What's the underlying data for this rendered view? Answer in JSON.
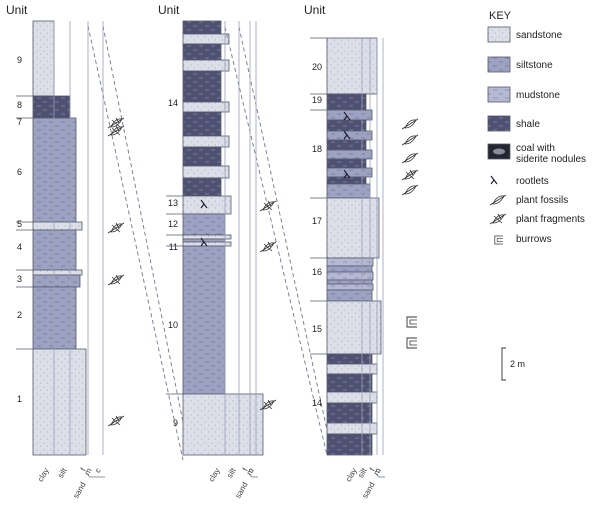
{
  "column_title": "Unit",
  "grain_labels": {
    "clay": "clay",
    "silt": "silt",
    "fine": "f",
    "medium": "m",
    "coarse": "c",
    "sand": "sand"
  },
  "scale_label": "2 m",
  "colors": {
    "sandstone": "#dcdfe8",
    "siltstone": "#9ea2c2",
    "mudstone": "#b6b9d3",
    "shale": "#4f5172",
    "coal": "#26262e",
    "line": "#555a6e",
    "correlation": "#6f7790"
  },
  "key": {
    "title": "KEY",
    "items": [
      {
        "id": "sandstone",
        "label": "sandstone",
        "symbol": "sandstone"
      },
      {
        "id": "siltstone",
        "label": "siltstone",
        "symbol": "siltstone"
      },
      {
        "id": "mudstone",
        "label": "mudstone",
        "symbol": "mudstone"
      },
      {
        "id": "shale",
        "label": "shale",
        "symbol": "shale"
      },
      {
        "id": "coal",
        "label": "coal with",
        "label2": "siderite nodules",
        "symbol": "coal"
      },
      {
        "id": "rootlets",
        "label": "rootlets",
        "symbol": "rootlets-icon"
      },
      {
        "id": "plant-fossils",
        "label": "plant fossils",
        "symbol": "plant-fossil-icon"
      },
      {
        "id": "plant-fragments",
        "label": "plant fragments",
        "symbol": "plant-fragment-icon"
      },
      {
        "id": "burrows",
        "label": "burrows",
        "symbol": "burrow-icon"
      }
    ]
  },
  "columns": [
    {
      "id": "column-1",
      "units": [
        "1",
        "2",
        "3",
        "4",
        "5",
        "6",
        "7",
        "8",
        "9"
      ],
      "symbols": [
        {
          "type": "plant-fragment-icon",
          "unit": "1"
        },
        {
          "type": "plant-fragment-icon",
          "unit": "3"
        },
        {
          "type": "plant-fragment-icon",
          "unit": "5"
        },
        {
          "type": "plant-fragment-icon",
          "unit": "7"
        },
        {
          "type": "plant-fragment-icon",
          "unit": "8"
        }
      ]
    },
    {
      "id": "column-2",
      "units": [
        "9",
        "10",
        "11",
        "12",
        "13",
        "14"
      ],
      "symbols": [
        {
          "type": "plant-fragment-icon",
          "unit": "9"
        },
        {
          "type": "plant-fragment-icon",
          "unit": "11"
        },
        {
          "type": "plant-fragment-icon",
          "unit": "13"
        },
        {
          "type": "rootlets-icon",
          "unit": "11"
        },
        {
          "type": "rootlets-icon",
          "unit": "13"
        }
      ]
    },
    {
      "id": "column-3",
      "units": [
        "14",
        "15",
        "16",
        "17",
        "18",
        "19",
        "20"
      ],
      "symbols": [
        {
          "type": "burrow-icon",
          "unit": "15"
        },
        {
          "type": "plant-fossil-icon",
          "unit": "18"
        },
        {
          "type": "plant-fragment-icon",
          "unit": "18"
        },
        {
          "type": "rootlets-icon",
          "unit": "18"
        }
      ]
    }
  ]
}
